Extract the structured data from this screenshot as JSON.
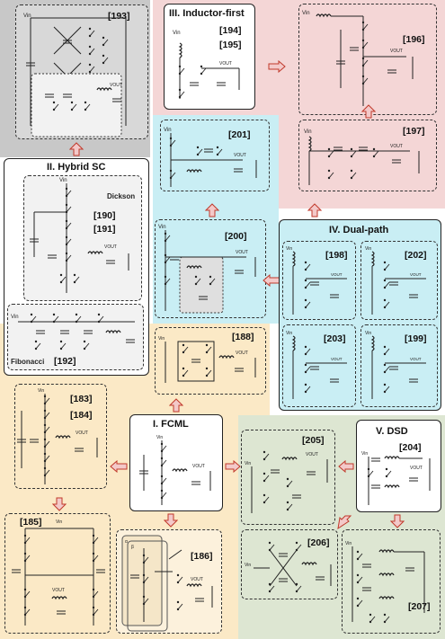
{
  "sections": {
    "hybrid_sc": "II. Hybrid SC",
    "inductor_first": "III. Inductor-first",
    "dual_path": "IV. Dual-path",
    "fcml": "I. FCML",
    "dsd": "V. DSD"
  },
  "labels": {
    "dickson": "Dickson",
    "fibonacci": "Fibonacci"
  },
  "refs": {
    "r193": "[193]",
    "r194": "[194]",
    "r195": "[195]",
    "r196": "[196]",
    "r197": "[197]",
    "r190": "[190]",
    "r191": "[191]",
    "r192": "[192]",
    "r201": "[201]",
    "r200": "[200]",
    "r198": "[198]",
    "r202": "[202]",
    "r203": "[203]",
    "r199": "[199]",
    "r188": "[188]",
    "r183": "[183]",
    "r184": "[184]",
    "r185": "[185]",
    "r186": "[186]",
    "r205": "[205]",
    "r204": "[204]",
    "r206": "[206]",
    "r207": "[207]"
  },
  "colors": {
    "gray_region": "#c8c8c8",
    "pink_region": "#f4d6d6",
    "cyan_region": "#c9eef4",
    "yellow_region": "#fbe9c6",
    "green_region": "#dde6d2",
    "arrow_fill": "#f3c9c9",
    "arrow_stroke": "#c0392b"
  }
}
